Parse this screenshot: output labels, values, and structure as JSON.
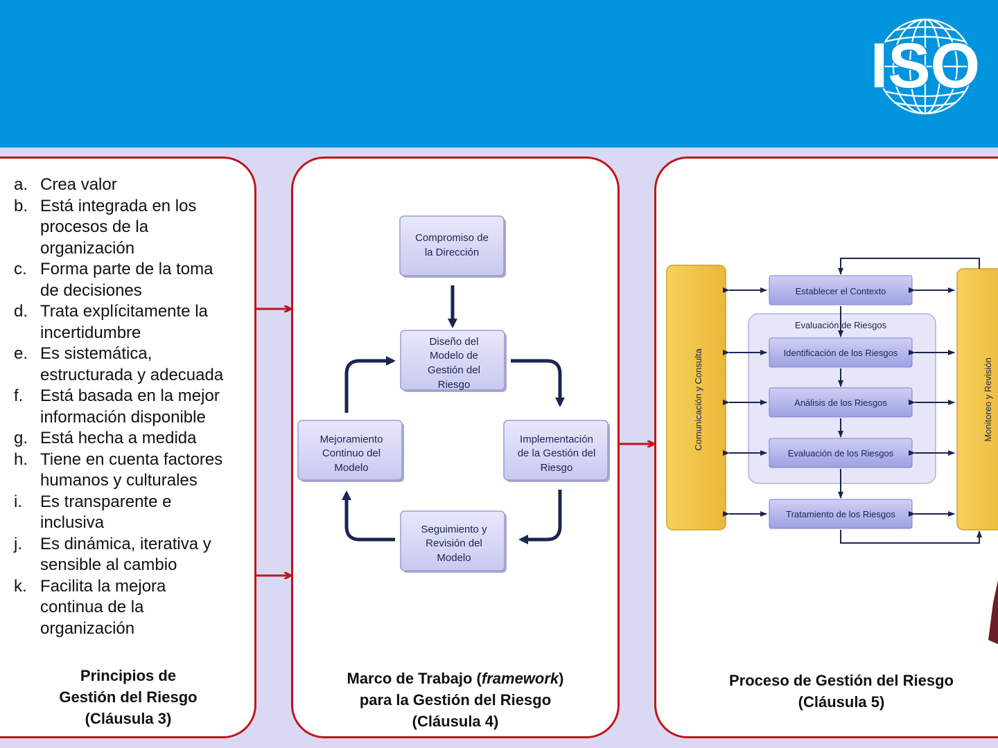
{
  "header": {
    "logo_text": "ISO",
    "color": "#0294dd"
  },
  "colors": {
    "background": "#d9d9f3",
    "panel_border": "#c0141b",
    "box_fill": "#d8d8f7",
    "arrow_dark": "#1c2452",
    "side_bar": "#f5c842"
  },
  "principles": {
    "items": [
      {
        "letter": "a.",
        "lines": [
          "Crea valor"
        ]
      },
      {
        "letter": "b.",
        "lines": [
          "Está integrada en los",
          "procesos de la",
          "organización"
        ]
      },
      {
        "letter": "c.",
        "lines": [
          "Forma parte de la toma",
          "de decisiones"
        ]
      },
      {
        "letter": "d.",
        "lines": [
          "Trata explícitamente la",
          "incertidumbre"
        ]
      },
      {
        "letter": "e.",
        "lines": [
          "Es sistemática,",
          "estructurada y adecuada"
        ]
      },
      {
        "letter": "f.",
        "lines": [
          "Está basada en la mejor",
          "información disponible"
        ]
      },
      {
        "letter": "g.",
        "lines": [
          "Está hecha a medida"
        ]
      },
      {
        "letter": "h.",
        "lines": [
          "Tiene en cuenta factores",
          "humanos y culturales"
        ]
      },
      {
        "letter": "i.",
        "lines": [
          "Es transparente e",
          "inclusiva"
        ]
      },
      {
        "letter": "j.",
        "lines": [
          "Es dinámica, iterativa y",
          "sensible al cambio"
        ]
      },
      {
        "letter": "k.",
        "lines": [
          "Facilita la mejora",
          "continua de la",
          "organización"
        ]
      }
    ],
    "caption": {
      "line1": "Principios de",
      "line2": "Gestión del Riesgo",
      "line3": "(Cláusula 3)"
    }
  },
  "framework": {
    "boxes": {
      "compromiso": [
        "Compromiso de",
        "la Dirección"
      ],
      "diseno": [
        "Diseño del",
        "Modelo de",
        "Gestión del",
        "Riesgo"
      ],
      "implementacion": [
        "Implementación",
        "de la Gestión del",
        "Riesgo"
      ],
      "seguimiento": [
        "Seguimiento y",
        "Revisión del",
        "Modelo"
      ],
      "mejoramiento": [
        "Mejoramiento",
        "Continuo del",
        "Modelo"
      ]
    },
    "caption": {
      "line1_prefix": "Marco de Trabajo (",
      "line1_em": "framework",
      "line1_suffix": ")",
      "line2": "para la Gestión del Riesgo",
      "line3": "(Cláusula 4)"
    }
  },
  "process": {
    "left_bar": "Comunicación  y  Consulta",
    "right_bar": "Monitoreo  y  Revisión",
    "group_label": "Evaluación   de Riesgos",
    "steps": [
      "Establecer el Contexto",
      "Identificación de los Riesgos",
      "Análisis de los Riesgos",
      "Evaluación de los Riesgos",
      "Tratamiento de los Riesgos"
    ],
    "caption": {
      "line1": "Proceso de Gestión del Riesgo",
      "line2": "(Cláusula 5)"
    }
  }
}
